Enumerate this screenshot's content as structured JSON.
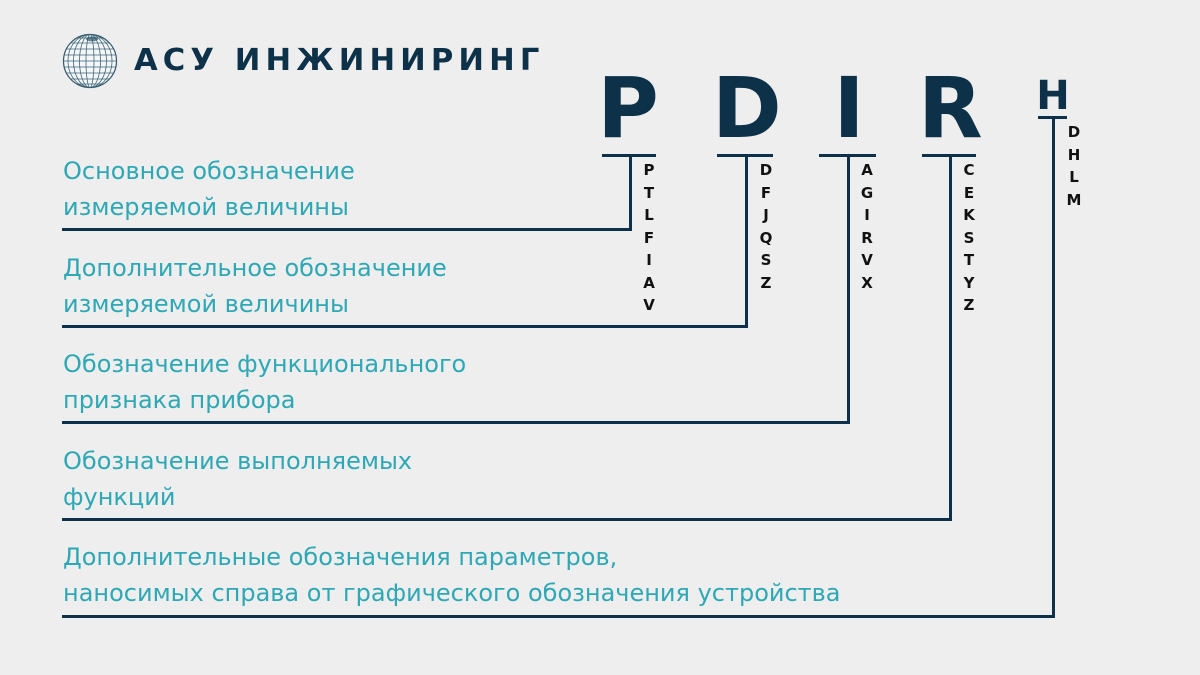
{
  "header": {
    "logo_icon": "globe-icon",
    "company_name": "АСУ ИНЖИНИРИНГ"
  },
  "code": {
    "letters": [
      {
        "letter": "P",
        "options": [
          "P",
          "T",
          "L",
          "F",
          "I",
          "A",
          "V"
        ]
      },
      {
        "letter": "D",
        "options": [
          "D",
          "F",
          "J",
          "Q",
          "S",
          "Z"
        ]
      },
      {
        "letter": "I",
        "options": [
          "A",
          "G",
          "I",
          "R",
          "V",
          "X"
        ]
      },
      {
        "letter": "R",
        "options": [
          "C",
          "E",
          "K",
          "S",
          "T",
          "Y",
          "Z"
        ]
      },
      {
        "letter": "H",
        "options": [
          "D",
          "H",
          "L",
          "M"
        ]
      }
    ]
  },
  "descriptions": [
    {
      "line1": "Основное обозначение",
      "line2": "измеряемой величины"
    },
    {
      "line1": "Дополнительное обозначение",
      "line2": "измеряемой величины"
    },
    {
      "line1": "Обозначение функционального",
      "line2": "признака прибора"
    },
    {
      "line1": "Обозначение выполняемых",
      "line2": "функций"
    },
    {
      "line1": "Дополнительные обозначения параметров,",
      "line2": "наносимых справа от графического обозначения устройства"
    }
  ],
  "colors": {
    "background": "#eeeeee",
    "primary_dark": "#0d3148",
    "accent_teal": "#2ea8b5",
    "code_text": "#111111"
  }
}
